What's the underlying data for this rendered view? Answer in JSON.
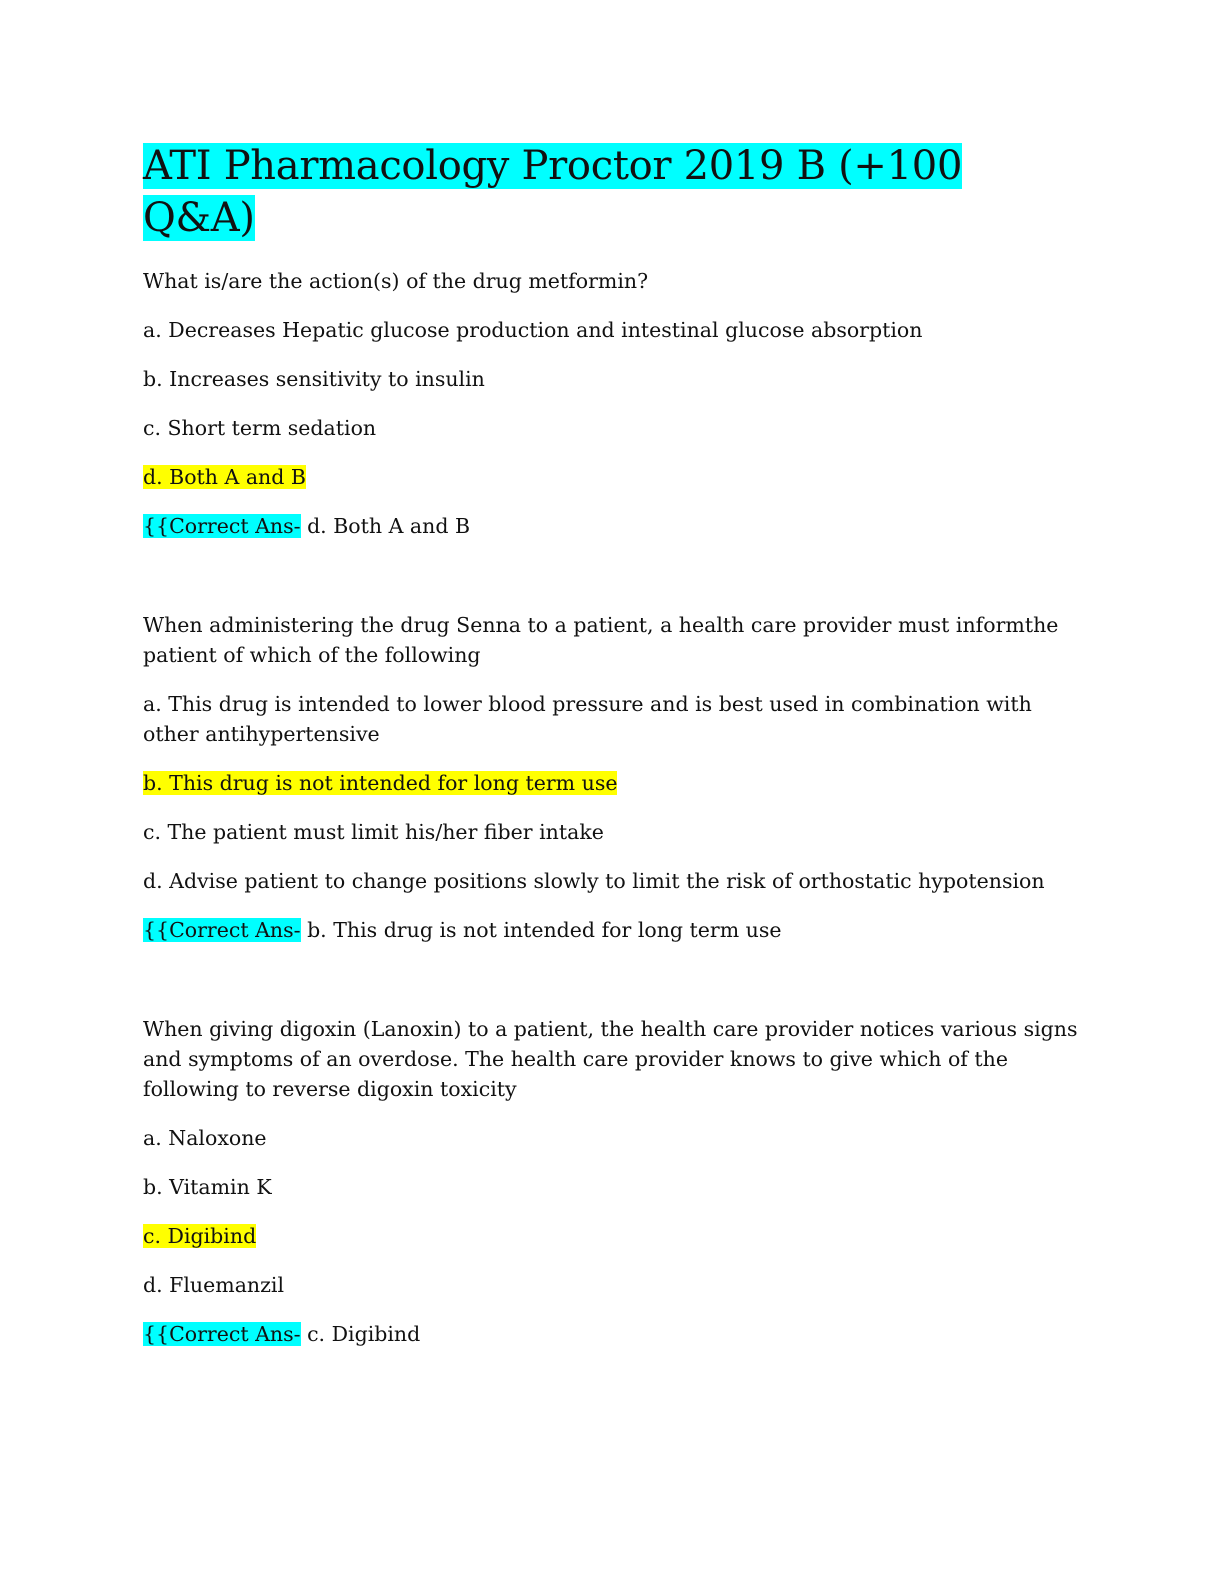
{
  "document": {
    "title": "ATI Pharmacology Proctor 2019 B (+100 Q&A)",
    "questions": [
      {
        "prompt": "What is/are the action(s) of the drug metformin?",
        "options": [
          "a. Decreases Hepatic glucose production and intestinal glucose absorption",
          "b. Increases sensitivity to insulin",
          "c. Short term sedation",
          "d. Both A and B"
        ],
        "correct_label": "{{Correct Ans-",
        "correct_text": " d. Both A and B"
      },
      {
        "prompt": "When administering the drug Senna to a patient, a health care provider must informthe patient of which of the following",
        "options": [
          "a. This drug is intended to lower blood pressure and is best used in combination with other antihypertensive",
          "b. This drug is not intended for long term use",
          "c. The patient must limit his/her fiber intake",
          "d. Advise patient to change positions slowly to limit the risk of orthostatic hypotension"
        ],
        "correct_label": "{{Correct Ans-",
        "correct_text": " b. This drug is not intended for long term use"
      },
      {
        "prompt": "When giving digoxin (Lanoxin) to a patient, the health care provider notices various signs and symptoms of an overdose. The health care provider knows to give which of the following to reverse digoxin toxicity",
        "options": [
          "a. Naloxone",
          "b. Vitamin K",
          "c. Digibind",
          "d. Fluemanzil"
        ],
        "correct_label": "{{Correct Ans-",
        "correct_text": " c. Digibind"
      }
    ]
  },
  "colors": {
    "title_highlight": "#00ffff",
    "answer_highlight": "#ffff00",
    "correct_label_highlight": "#00ffff"
  }
}
